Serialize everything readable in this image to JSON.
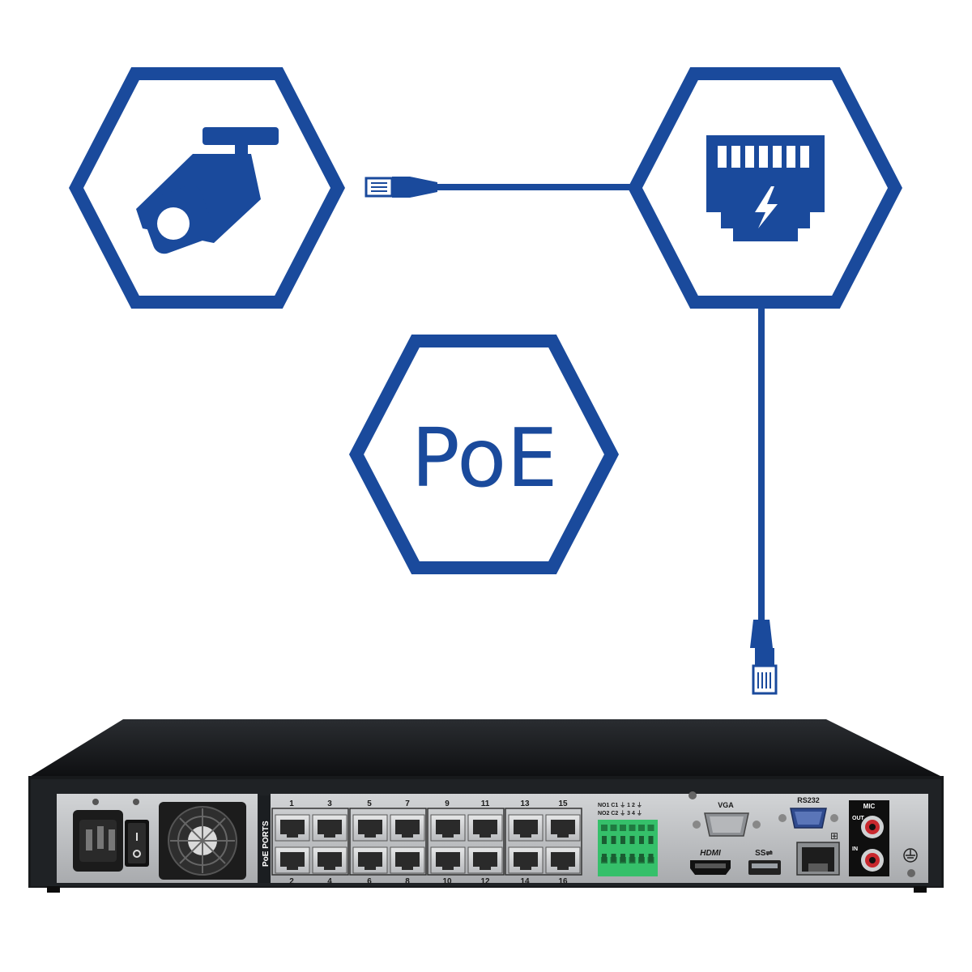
{
  "diagram": {
    "center_badge_text": "PoE",
    "icons": {
      "camera": "security-camera-icon",
      "switch": "poe-ethernet-port-icon",
      "poe": "poe-badge-icon"
    },
    "colors": {
      "brand_blue": "#1a4a9c",
      "device_body": "#151719",
      "panel": "#bfc1c3",
      "terminal_green": "#35c06a"
    }
  },
  "nvr": {
    "poe_ports_label": "PoE PORTS",
    "port_top_numbers": [
      "1",
      "3",
      "5",
      "7",
      "9",
      "11",
      "13",
      "15"
    ],
    "port_bottom_numbers": [
      "2",
      "4",
      "6",
      "8",
      "10",
      "12",
      "14",
      "16"
    ],
    "alarm_row1": "NO1 C1 ⏚ 1 2 ⏚",
    "alarm_row2": "NO2 C2 ⏚ 3 4 ⏚",
    "vga_label": "VGA",
    "rs232_label": "RS232",
    "mic_label": "MIC",
    "out_label": "OUT",
    "in_label": "IN",
    "hdmi_label": "HDMI",
    "usb_label": "SS⇌"
  }
}
